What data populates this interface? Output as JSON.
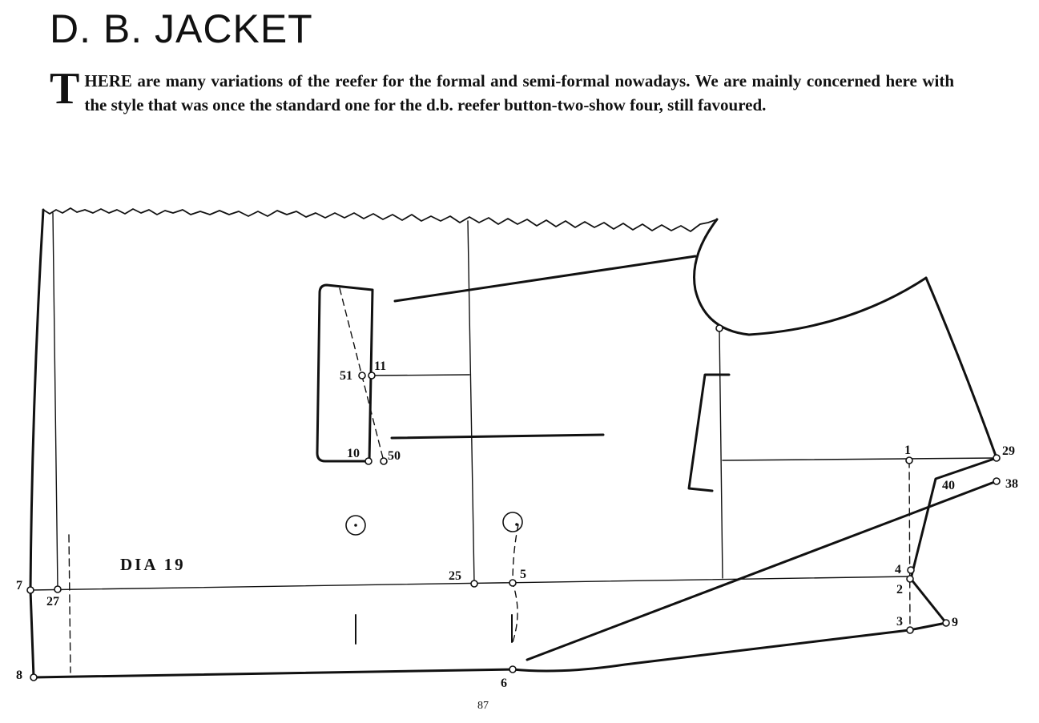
{
  "page": {
    "title": "D. B. JACKET",
    "intro": {
      "dropcap": "T",
      "lead": "HERE",
      "body": " are many variations of the reefer for the formal and semi-formal nowadays.  We are mainly concerned here with the style that was once the standard one for the d.b. reefer button-two-show four, still favoured."
    },
    "page_number": "87"
  },
  "diagram": {
    "caption": "DIA 19",
    "points": {
      "p1": "1",
      "p2": "2",
      "p3": "3",
      "p4": "4",
      "p5": "5",
      "p6": "6",
      "p7": "7",
      "p8": "8",
      "p9": "9",
      "p10": "10",
      "p11": "11",
      "p25": "25",
      "p27": "27",
      "p29": "29",
      "p38": "38",
      "p40": "40",
      "p50": "50",
      "p51": "51"
    }
  }
}
